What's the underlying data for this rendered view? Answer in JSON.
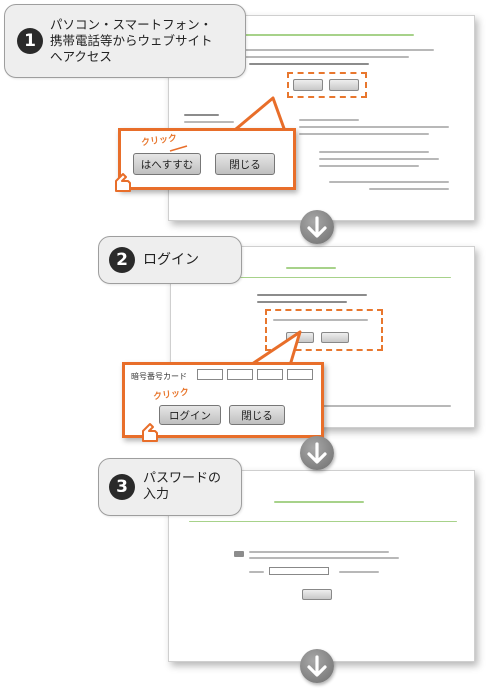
{
  "steps": [
    {
      "number": "1",
      "text_line1": "パソコン・スマートフォン・",
      "text_line2": "携帯電話等からウェブサイト",
      "text_line3": "へアクセス"
    },
    {
      "number": "2",
      "text": "ログイン"
    },
    {
      "number": "3",
      "text_line1": "パスワードの",
      "text_line2": "入力"
    }
  ],
  "callout1": {
    "click_label": "クリック",
    "primary_button": "はへすすむ",
    "secondary_button": "閉じる"
  },
  "callout2": {
    "field_label": "暗号番号カード",
    "click_label": "クリック",
    "primary_button": "ログイン",
    "secondary_button": "閉じる"
  },
  "colors": {
    "accent": "#e86e2a",
    "step_number_bg": "#2a2a2a",
    "arrow": "#7a7a7a"
  },
  "icons": [
    "down-arrow-icon",
    "cursor-hand-icon"
  ]
}
